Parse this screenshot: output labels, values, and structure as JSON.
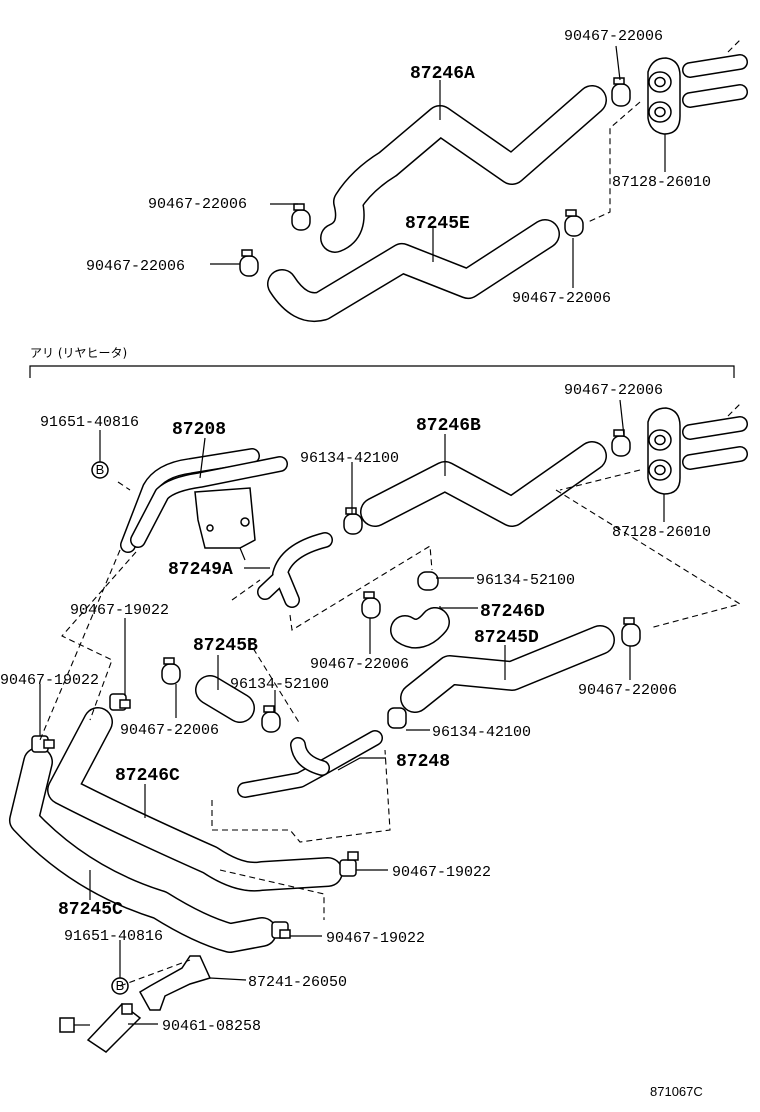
{
  "labels": {
    "h_87246A": "87246A",
    "c_top_right": "90467-22006",
    "c_top_left": "90467-22006",
    "plate_top": "87128-26010",
    "h_87245E": "87245E",
    "c_top_lower": "90467-22006",
    "c_top_bottom": "90467-22006",
    "section_note": "アリ (リヤヒータ)",
    "g_91651_top": "91651-40816",
    "p_87208": "87208",
    "h_87246B": "87246B",
    "c_96134_42100_a": "96134-42100",
    "c_mid_right": "90467-22006",
    "plate_mid": "87128-26010",
    "p_87249A": "87249A",
    "c_96134_52100_a": "96134-52100",
    "h_87246D": "87246D",
    "c_90467_19022_a": "90467-19022",
    "h_87245B": "87245B",
    "c_mid_center": "90467-22006",
    "h_87245D": "87245D",
    "c_90467_19022_b": "90467-19022",
    "c_96134_52100_b": "96134-52100",
    "c_mid_right2": "90467-22006",
    "c_lower_left": "90467-22006",
    "c_96134_42100_b": "96134-42100",
    "p_87248": "87248",
    "h_87246C": "87246C",
    "c_90467_19022_c": "90467-19022",
    "h_87245C": "87245C",
    "g_91651_bottom": "91651-40816",
    "c_90467_19022_d": "90467-19022",
    "p_87241": "87241-26050",
    "p_90461": "90461-08258",
    "grommet_mark": "B",
    "drawing_code": "871067C"
  }
}
